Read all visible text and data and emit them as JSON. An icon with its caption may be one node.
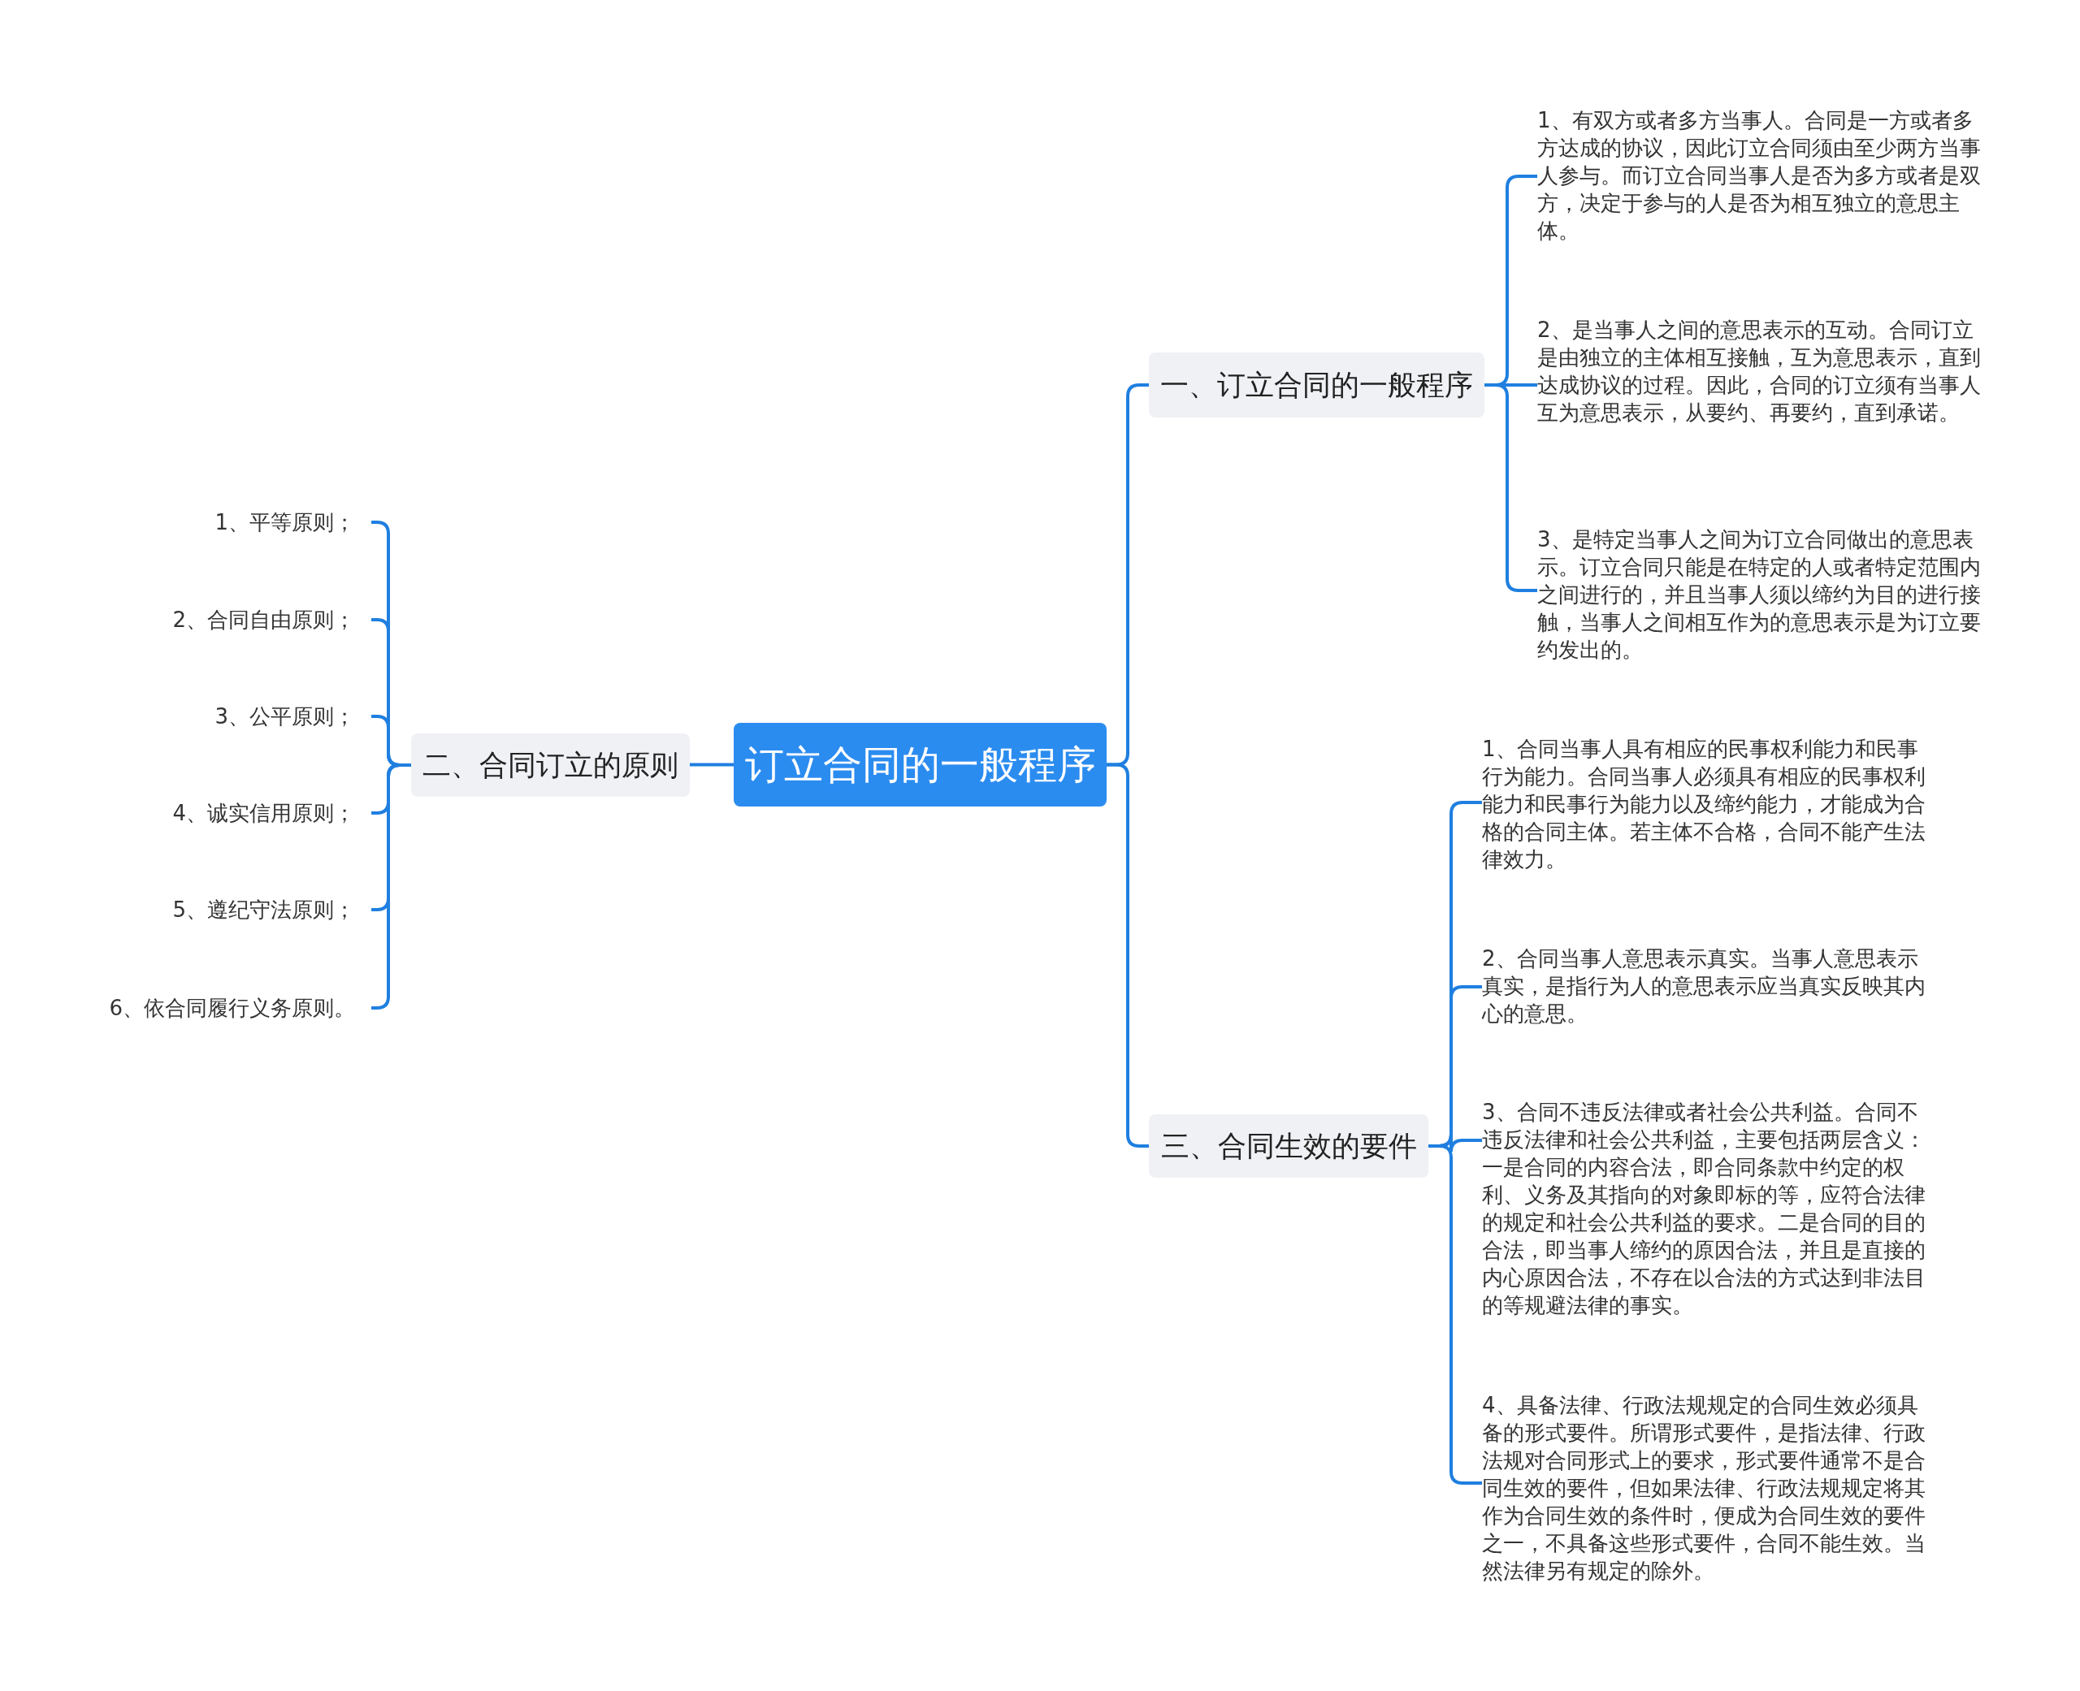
{
  "diagram": {
    "nodes": [
      {
        "text": [
          "订立合同的一般程序"
        ]
      },
      {
        "text": [
          "一、订立合同的一般程序"
        ]
      },
      {
        "text": [
          "1、有双方或者多方当事人。合同是一方或者多方达成的协议，因此订立合同须由至少两方当事人参与。而订立合同当事人是否为多方或者是双方，决定于参与的人是否为相互独立的意思主体。"
        ]
      },
      {
        "text": [
          "2、是当事人之间的意思表示的互动。合同订立是由独立的主体相互接触，互为意思表示，直到达成协议的过程。因此，合同的订立须有当事人互为意思表示，从要约、再要约，直到承诺。"
        ]
      },
      {
        "text": [
          "3、是特定当事人之间为订立合同做出的意思表示。订立合同只能是在特定的人或者特定范围内之间进行的，并且当事人须以缔约为目的进行接触，当事人之间相互作为的意思表示是为订立要约发出的。"
        ]
      },
      {
        "text": [
          "三、合同生效的要件"
        ]
      },
      {
        "text": [
          "1、合同当事人具有相应的民事权利能力和民事行为能力。合同当事人必须具有相应的民事权利能力和民事行为能力以及缔约能力，才能成为合格的合同主体。若主体不合格，合同不能产生法律效力。"
        ]
      },
      {
        "text": [
          "2、合同当事人意思表示真实。当事人意思表示真实，是指行为人的意思表示应当真实反映其内心的意思。"
        ]
      },
      {
        "text": [
          "3、合同不违反法律或者社会公共利益。合同不违反法律和社会公共利益，主要包括两层含义：一是合同的内容合法，即合同条款中约定的权利、义务及其指向的对象即标的等，应符合法律的规定和社会公共利益的要求。二是合同的目的合法，即当事人缔约的原因合法，并且是直接的内心原因合法，不存在以合法的方式达到非法目的等规避法律的事实。"
        ]
      },
      {
        "text": [
          "4、具备法律、行政法规规定的合同生效必须具备的形式要件。所谓形式要件，是指法律、行政法规对合同形式上的要求，形式要件通常不是合同生效的要件，但如果法律、行政法规规定将其作为合同生效的条件时，便成为合同生效的要件之一，不具备这些形式要件，合同不能生效。当然法律另有规定的除外。"
        ]
      },
      {
        "text": [
          "二、合同订立的原则"
        ]
      },
      {
        "text": [
          "1、平等原则；"
        ]
      },
      {
        "text": [
          "2、合同自由原则；"
        ]
      },
      {
        "text": [
          "3、公平原则；"
        ]
      },
      {
        "text": [
          "4、诚实信用原则；"
        ]
      },
      {
        "text": [
          "5、遵纪守法原则；"
        ]
      },
      {
        "text": [
          "6、依合同履行义务原则。"
        ]
      }
    ],
    "edges": [
      {
        "from": 0,
        "to": 1,
        "arrow": "none"
      },
      {
        "from": 1,
        "to": 2,
        "arrow": "none"
      },
      {
        "from": 1,
        "to": 3,
        "arrow": "none"
      },
      {
        "from": 1,
        "to": 4,
        "arrow": "none"
      },
      {
        "from": 0,
        "to": 5,
        "arrow": "none"
      },
      {
        "from": 5,
        "to": 6,
        "arrow": "none"
      },
      {
        "from": 5,
        "to": 7,
        "arrow": "none"
      },
      {
        "from": 5,
        "to": 8,
        "arrow": "none"
      },
      {
        "from": 5,
        "to": 9,
        "arrow": "none"
      },
      {
        "from": 0,
        "to": 10,
        "arrow": "none"
      },
      {
        "from": 10,
        "to": 11,
        "arrow": "none"
      },
      {
        "from": 10,
        "to": 12,
        "arrow": "none"
      },
      {
        "from": 10,
        "to": 13,
        "arrow": "none"
      },
      {
        "from": 10,
        "to": 14,
        "arrow": "none"
      },
      {
        "from": 10,
        "to": 15,
        "arrow": "none"
      },
      {
        "from": 10,
        "to": 16,
        "arrow": "none"
      }
    ]
  }
}
